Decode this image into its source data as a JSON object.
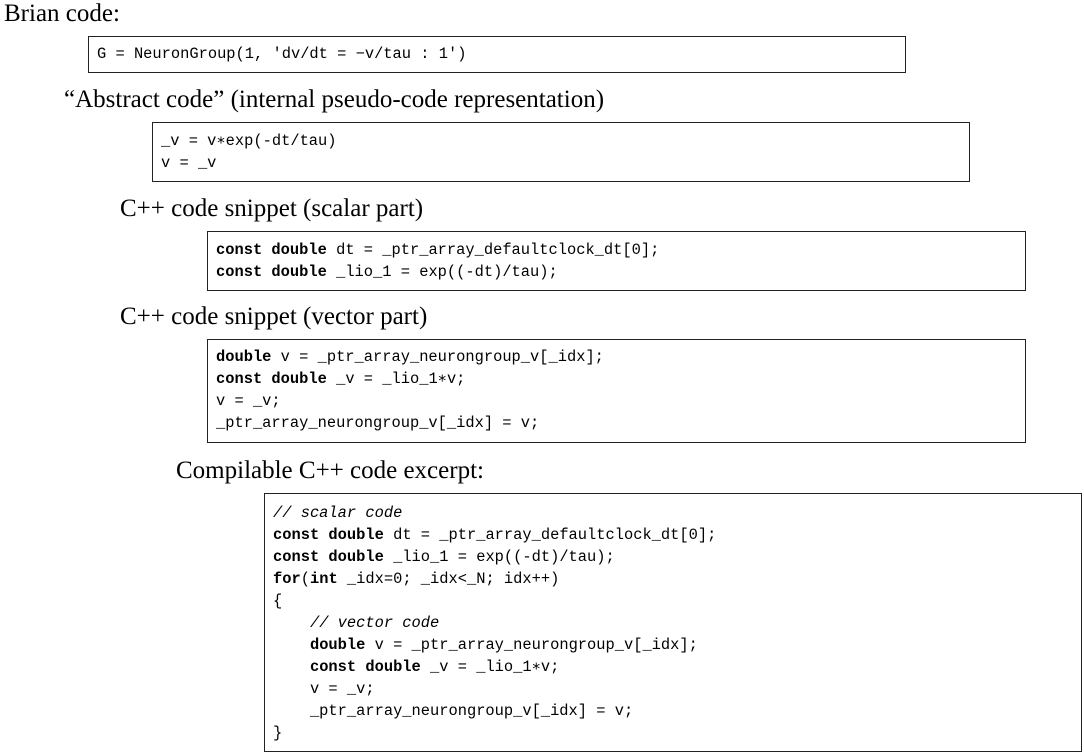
{
  "sections": [
    {
      "heading": "Brian code:",
      "lines": [
        [
          {
            "t": "G = NeuronGroup(1, 'dv/dt = −v/tau : 1')",
            "s": "plain"
          }
        ]
      ]
    },
    {
      "heading": "“Abstract code” (internal pseudo-code representation)",
      "lines": [
        [
          {
            "t": "_v = v∗exp(-dt/tau)",
            "s": "plain"
          }
        ],
        [
          {
            "t": "v = _v",
            "s": "plain"
          }
        ]
      ]
    },
    {
      "heading": "C++ code snippet (scalar part)",
      "lines": [
        [
          {
            "t": "const double",
            "s": "kw"
          },
          {
            "t": " dt = _ptr_array_defaultclock_dt[0];",
            "s": "plain"
          }
        ],
        [
          {
            "t": "const double",
            "s": "kw"
          },
          {
            "t": " _lio_1 = exp((-dt)/tau);",
            "s": "plain"
          }
        ]
      ]
    },
    {
      "heading": "C++ code snippet (vector part)",
      "lines": [
        [
          {
            "t": "double",
            "s": "kw"
          },
          {
            "t": " v = _ptr_array_neurongroup_v[_idx];",
            "s": "plain"
          }
        ],
        [
          {
            "t": "const double",
            "s": "kw"
          },
          {
            "t": " _v = _lio_1∗v;",
            "s": "plain"
          }
        ],
        [
          {
            "t": "v = _v;",
            "s": "plain"
          }
        ],
        [
          {
            "t": "_ptr_array_neurongroup_v[_idx] = v;",
            "s": "plain"
          }
        ]
      ]
    },
    {
      "heading": "Compilable C++ code excerpt:",
      "lines": [
        [
          {
            "t": "// scalar code",
            "s": "cm"
          }
        ],
        [
          {
            "t": "const double",
            "s": "kw"
          },
          {
            "t": " dt = _ptr_array_defaultclock_dt[0];",
            "s": "plain"
          }
        ],
        [
          {
            "t": "const double",
            "s": "kw"
          },
          {
            "t": " _lio_1 = exp((-dt)/tau);",
            "s": "plain"
          }
        ],
        [
          {
            "t": "for",
            "s": "kw"
          },
          {
            "t": "(",
            "s": "plain"
          },
          {
            "t": "int",
            "s": "kw"
          },
          {
            "t": " _idx=0; _idx<_N; idx++)",
            "s": "plain"
          }
        ],
        [
          {
            "t": "{",
            "s": "plain"
          }
        ],
        [
          {
            "t": "    ",
            "s": "plain"
          },
          {
            "t": "// vector code",
            "s": "cm"
          }
        ],
        [
          {
            "t": "    ",
            "s": "plain"
          },
          {
            "t": "double",
            "s": "kw"
          },
          {
            "t": " v = _ptr_array_neurongroup_v[_idx];",
            "s": "plain"
          }
        ],
        [
          {
            "t": "    ",
            "s": "plain"
          },
          {
            "t": "const double",
            "s": "kw"
          },
          {
            "t": " _v = _lio_1∗v;",
            "s": "plain"
          }
        ],
        [
          {
            "t": "    v = _v;",
            "s": "plain"
          }
        ],
        [
          {
            "t": "    _ptr_array_neurongroup_v[_idx] = v;",
            "s": "plain"
          }
        ],
        [
          {
            "t": "}",
            "s": "plain"
          }
        ]
      ]
    }
  ]
}
